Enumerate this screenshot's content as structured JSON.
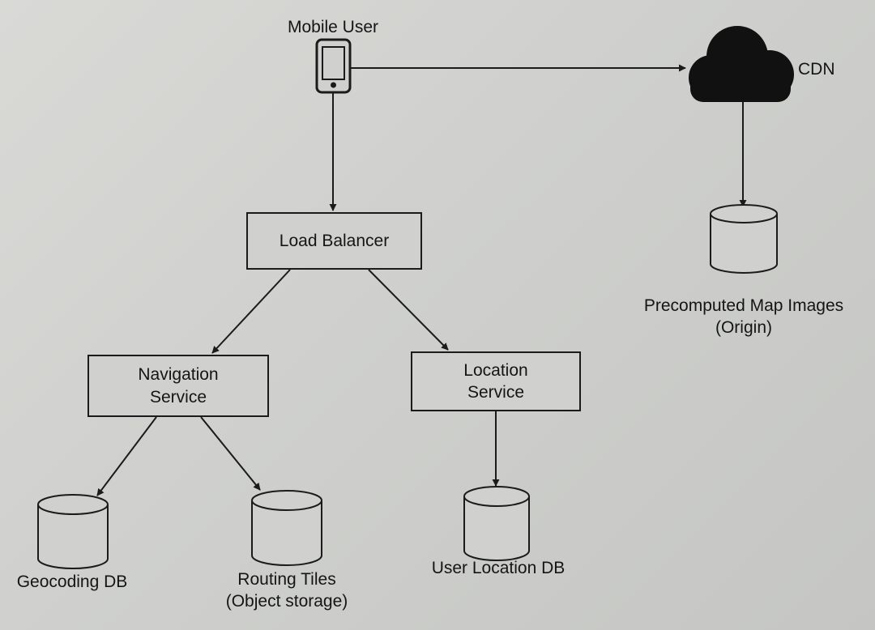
{
  "nodes": {
    "mobile_user": {
      "label": "Mobile User",
      "icon": "mobile-phone-icon"
    },
    "cdn": {
      "label": "CDN",
      "icon": "cloud-icon"
    },
    "load_balancer": {
      "label": "Load Balancer"
    },
    "navigation_service": {
      "line1": "Navigation",
      "line2": "Service"
    },
    "location_service": {
      "line1": "Location",
      "line2": "Service"
    },
    "precomputed_map_images": {
      "line1": "Precomputed Map Images",
      "line2": "(Origin)",
      "icon": "database-icon"
    },
    "geocoding_db": {
      "label": "Geocoding DB",
      "icon": "database-icon"
    },
    "routing_tiles": {
      "line1": "Routing Tiles",
      "line2": "(Object storage)",
      "icon": "database-icon"
    },
    "user_location_db": {
      "label": "User Location DB",
      "icon": "database-icon"
    }
  },
  "edges": [
    {
      "from": "mobile_user",
      "to": "cdn"
    },
    {
      "from": "mobile_user",
      "to": "load_balancer"
    },
    {
      "from": "cdn",
      "to": "precomputed_map_images"
    },
    {
      "from": "load_balancer",
      "to": "navigation_service"
    },
    {
      "from": "load_balancer",
      "to": "location_service"
    },
    {
      "from": "navigation_service",
      "to": "geocoding_db"
    },
    {
      "from": "navigation_service",
      "to": "routing_tiles"
    },
    {
      "from": "location_service",
      "to": "user_location_db"
    }
  ],
  "colors": {
    "line": "#1b1b1b",
    "cloud": "#111111",
    "box_fill": "#d0d1ce"
  }
}
